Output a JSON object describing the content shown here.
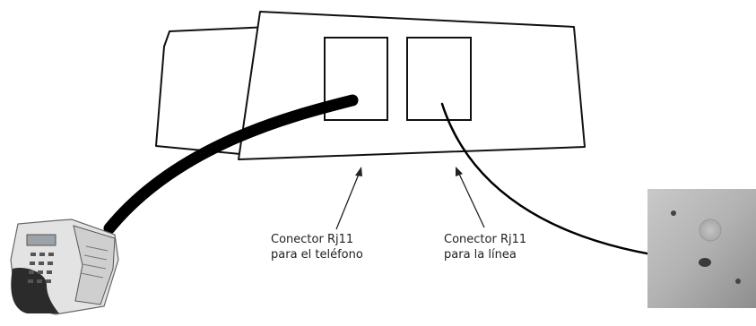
{
  "labels": {
    "phone_connector": {
      "line1": "Conector Rj11",
      "line2": "para el teléfono"
    },
    "line_connector": {
      "line1": "Conector Rj11",
      "line2": "para la línea"
    }
  },
  "icons": {
    "device": "modem-device-icon",
    "telephone": "telephone-icon",
    "wall_jack": "wall-phone-jack-icon"
  },
  "colors": {
    "outline": "#111111",
    "cable": "#000000",
    "text": "#222222"
  }
}
